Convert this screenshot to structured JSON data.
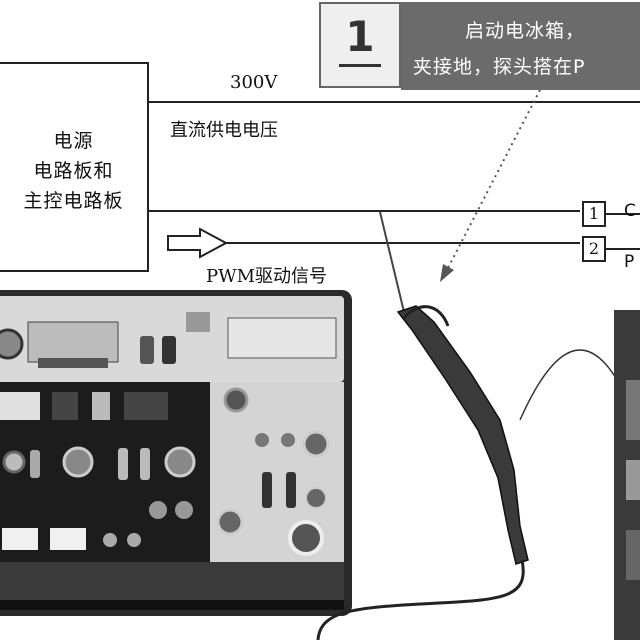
{
  "block": {
    "line1": "电源",
    "line2": "电路板和",
    "line3": "主控电路板"
  },
  "callout": {
    "step_number": "1",
    "text_line1": "启动电冰箱，",
    "text_line2": "夹接地，探头搭在P"
  },
  "wires": {
    "voltage_label": "300V",
    "dc_label": "直流供电电压",
    "pwm_label": "PWM驱动信号"
  },
  "connector": {
    "pin1": "1",
    "pin2": "2",
    "pin1_label": "C",
    "pin2_label": "P"
  },
  "colors": {
    "line": "#222222",
    "callout_panel": "#6b6b6b",
    "instrument_body": "#2a2a2a",
    "instrument_panel": "#d9d9d9"
  }
}
